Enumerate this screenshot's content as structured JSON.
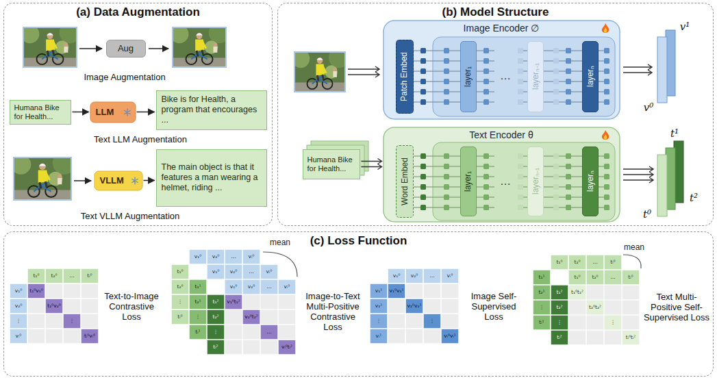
{
  "diagram": {
    "nodes": [
      {
        "text": [
          "(a) Data Augmentation"
        ]
      },
      {
        "text": [
          "Aug"
        ],
        "in": 0
      },
      {
        "text": [
          "Humana Bike for Health..."
        ],
        "in": 0
      },
      {
        "text": [
          "LLM"
        ],
        "in": 0
      },
      {
        "text": [
          "Bike is for Health, a program that encourages ..."
        ],
        "in": 0
      },
      {
        "text": [
          "VLLM"
        ],
        "in": 0
      },
      {
        "text": [
          "The main object is that it features a man wearing a helmet, riding ..."
        ],
        "in": 0
      },
      {
        "text": [
          "(b) Model Structure"
        ]
      },
      {
        "text": [
          "Image Encoder ∅"
        ],
        "in": 7
      },
      {
        "text": [
          "Patch Embed"
        ],
        "in": 8
      },
      {
        "text": [
          "layer₁"
        ],
        "in": 8
      },
      {
        "text": [
          "layerₙ₋₁"
        ],
        "in": 8
      },
      {
        "text": [
          "layerₙ"
        ],
        "in": 8
      },
      {
        "text": [
          "Humana Bike for Health..."
        ],
        "in": 7
      },
      {
        "text": [
          "Text Encoder θ"
        ],
        "in": 7
      },
      {
        "text": [
          "Word Embed"
        ],
        "in": 14
      },
      {
        "text": [
          "layer₁"
        ],
        "in": 14
      },
      {
        "text": [
          "layerₙ₋₁"
        ],
        "in": 14
      },
      {
        "text": [
          "layerₙ"
        ],
        "in": 14
      },
      {
        "text": [
          "(c) Loss Function"
        ]
      }
    ],
    "edges": [
      {
        "from": 2,
        "to": 3,
        "arrow": "to"
      },
      {
        "from": 3,
        "to": 4,
        "arrow": "to"
      },
      {
        "from": 5,
        "to": 6,
        "arrow": "to"
      },
      {
        "from": 13,
        "to": 14,
        "arrow": "to"
      }
    ],
    "labels": [
      "Image Augmentation",
      "Text LLM Augmentation",
      "Text VLLM Augmentation",
      "…",
      "v¹",
      "v⁰",
      "…",
      "t¹",
      "t²",
      "t⁰",
      "t₁⁰",
      "t₂⁰",
      "…",
      "tᵢ⁰",
      "v₁⁰",
      "v₂⁰",
      "⋮",
      "vᵢ⁰",
      "t₁⁰v₁⁰",
      "t₂⁰v₂⁰",
      "⋮",
      "tᵢ⁰vᵢ⁰",
      "Text-to-Image Contrastive Loss",
      "v₁⁰",
      "v₂⁰",
      "…",
      "vᵢ⁰",
      "t₁⁰",
      "t₂⁰",
      "⋮",
      "tᵢ⁰",
      "v₁⁰",
      "v₂⁰",
      "…",
      "vᵢ⁰",
      "t₁¹",
      "t₂¹",
      "⋮",
      "tᵢ¹",
      "v₁⁰",
      "v₂⁰",
      "…",
      "vᵢ⁰",
      "t₁²",
      "t₂²",
      "⋮",
      "tᵢ²",
      "v₁⁰t₁²",
      "v₂⁰t₂²",
      "…",
      "vᵢ⁰tᵢ²",
      "mean",
      "Image-to-Text Multi-Positive Contrastive Loss",
      "v₁⁰",
      "v₂⁰",
      "…",
      "vᵢ⁰",
      "v₁¹",
      "v₂¹",
      "⋮",
      "vᵢ¹",
      "v₁⁰v₁¹",
      "v₂⁰v₂¹",
      "⋮",
      "vᵢ⁰vᵢ¹",
      "Image Self-Supervised Loss",
      "t₁⁰",
      "t₂⁰",
      "…",
      "tᵢ⁰",
      "t₁¹",
      "t₂¹",
      "⋮",
      "tᵢ¹",
      "t₁⁰",
      "t₂⁰",
      "…",
      "tᵢ⁰",
      "t₁²",
      "t₂²",
      "⋮",
      "tᵢ²",
      "t₁⁰t₁²",
      "t₂⁰t₂²",
      "⋮",
      "tᵢ⁰tᵢ²",
      "mean",
      "Text Multi-Positive Self-Supervised Loss"
    ]
  }
}
